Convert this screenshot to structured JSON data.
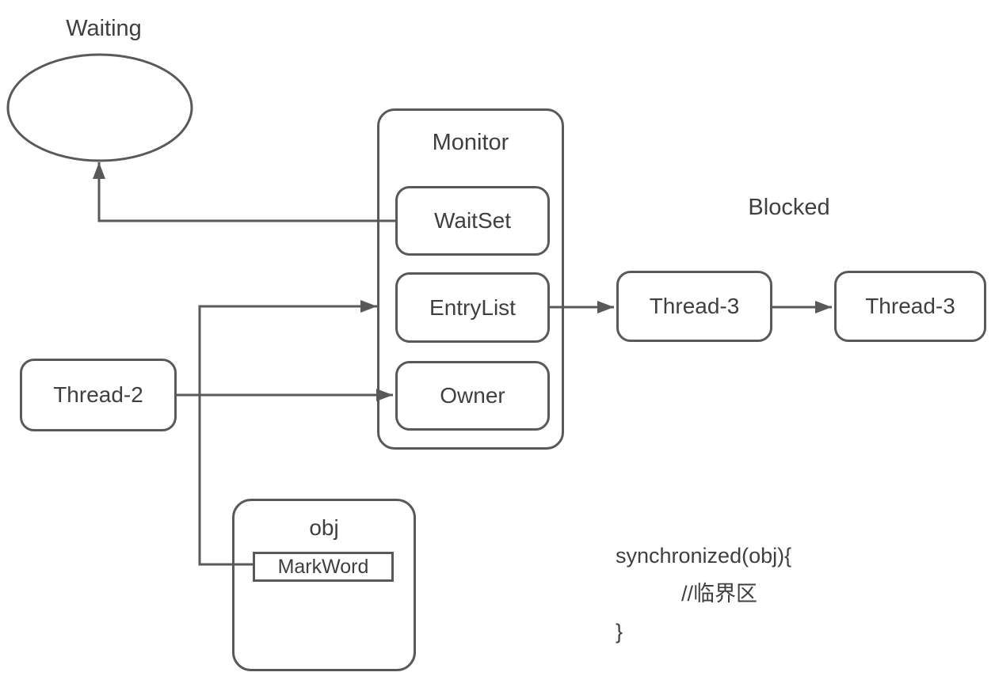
{
  "diagram": {
    "waiting_label": "Waiting",
    "blocked_label": "Blocked",
    "monitor": {
      "title": "Monitor",
      "slots": [
        "WaitSet",
        "EntryList",
        "Owner"
      ]
    },
    "threads": {
      "thread2": "Thread-2",
      "thread3_first": "Thread-3",
      "thread3_second": "Thread-3"
    },
    "object": {
      "title": "obj",
      "markword": "MarkWord"
    },
    "code": {
      "lines": [
        "synchronized(obj){",
        "//临界区",
        "}"
      ]
    },
    "colors": {
      "shape_stroke": "#595959",
      "text": "#3f3f3f",
      "background": "#ffffff"
    }
  }
}
